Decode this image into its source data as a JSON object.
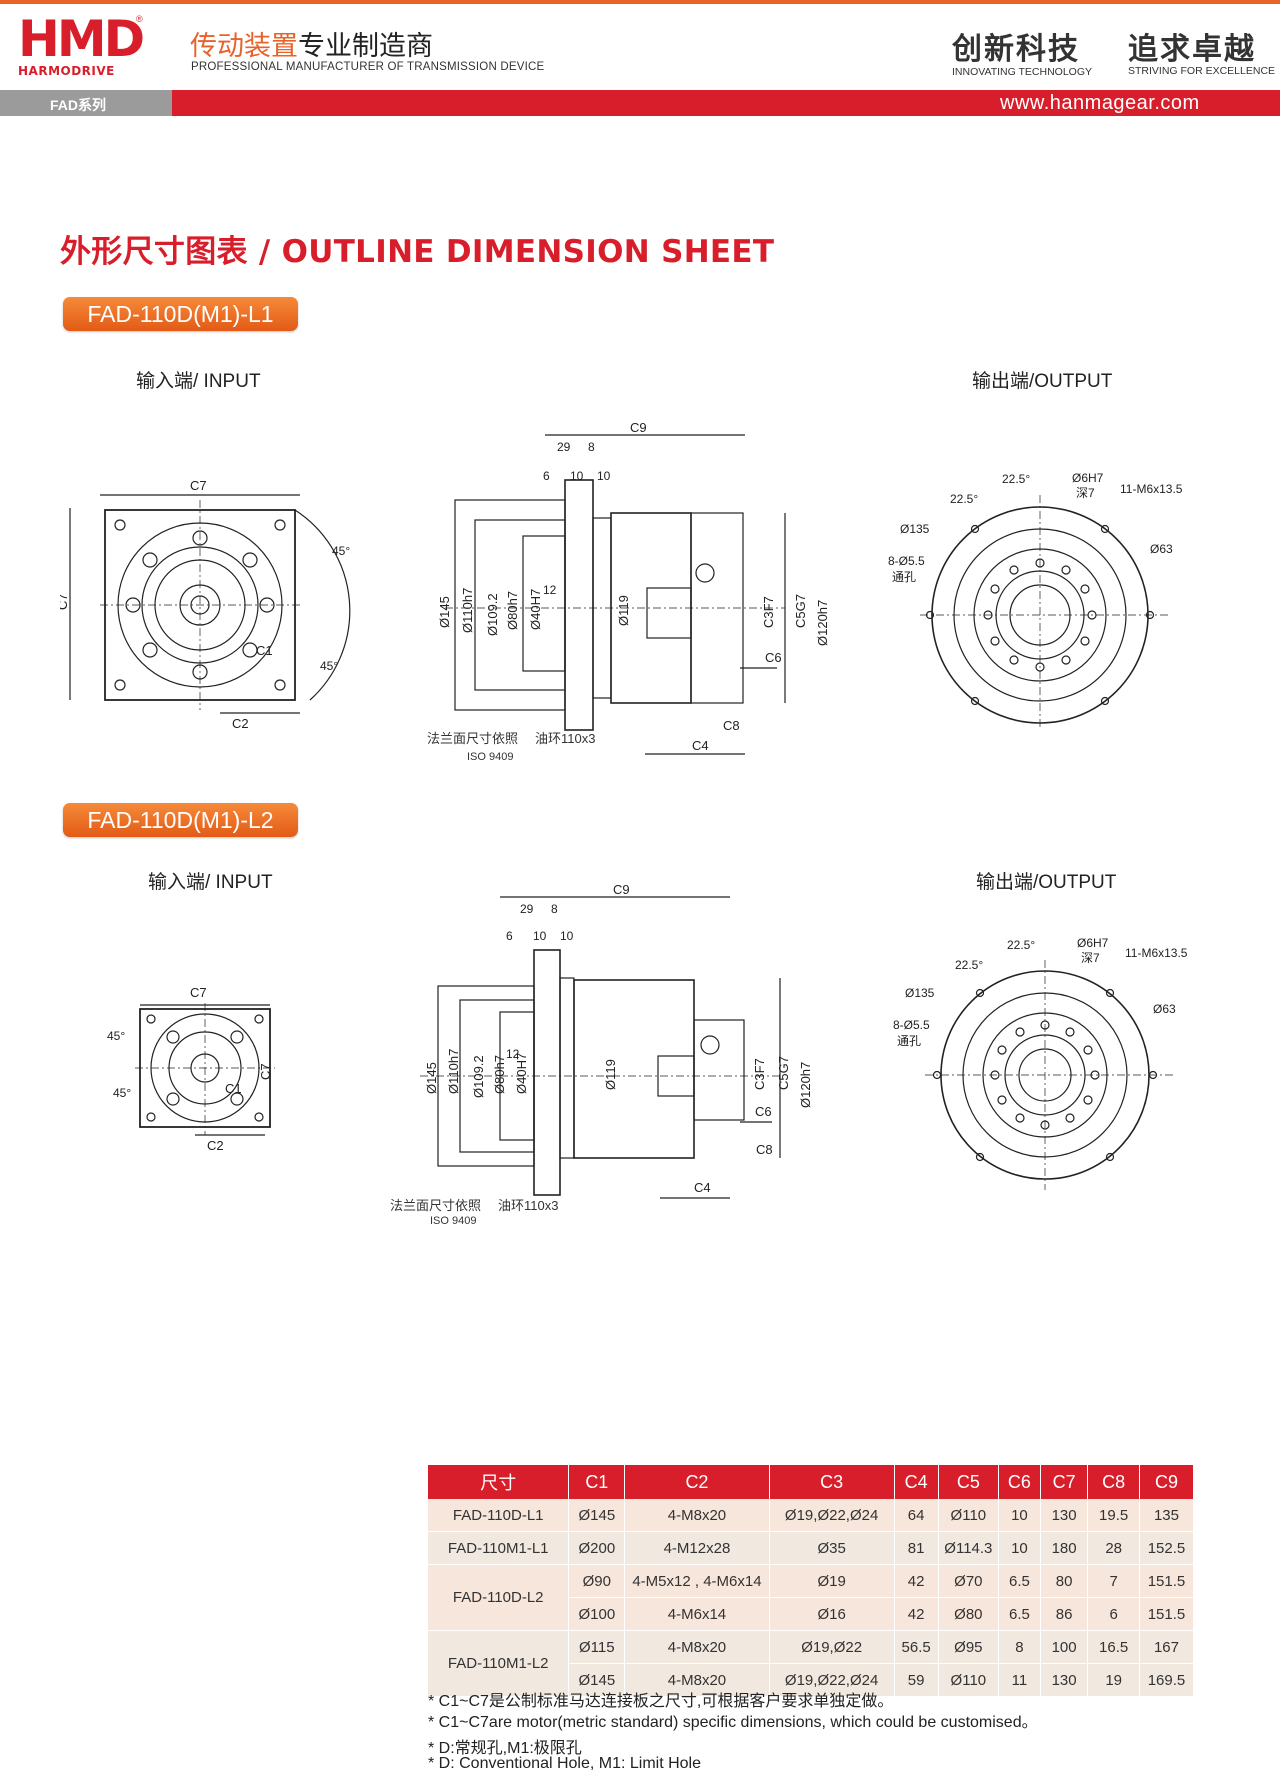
{
  "header": {
    "logo_mark": "HMD",
    "logo_word": "HARMODRIVE",
    "reg_mark": "®",
    "tagline_orange": "传动装置",
    "tagline_black": "专业制造商",
    "subtag": "PROFESSIONAL MANUFACTURER OF TRANSMISSION DEVICE",
    "slogan_cn_1": "创新科技",
    "slogan_cn_2": "追求卓越",
    "slogan_en_1": "INNOVATING TECHNOLOGY",
    "slogan_en_2": "STRIVING FOR EXCELLENCE",
    "series": "FAD系列",
    "url": "www.hanmagear.com"
  },
  "page_title": "外形尺寸图表 / OUTLINE DIMENSION SHEET",
  "sections": [
    {
      "model": "FAD-110D(M1)-L1",
      "input_label": "输入端/ INPUT",
      "output_label": "输出端/OUTPUT"
    },
    {
      "model": "FAD-110D(M1)-L2",
      "input_label": "输入端/ INPUT",
      "output_label": "输出端/OUTPUT"
    }
  ],
  "drawing_labels": {
    "c1": "C1",
    "c2": "C2",
    "c3": "C3F7",
    "c4": "C4",
    "c5": "C5G7",
    "c6": "C6",
    "c7": "C7",
    "c8": "C8",
    "c9": "C9",
    "deg45": "45°",
    "d29": "29",
    "d8": "8",
    "d6": "6",
    "d10a": "10",
    "d10b": "10",
    "d12": "12",
    "dia145": "Ø145",
    "dia110": "Ø110h7",
    "dia109": "Ø109.2",
    "dia80": "Ø80h7",
    "dia40": "Ø40H7",
    "dia119": "Ø119",
    "dia120": "Ø120h7",
    "flange_note": "法兰面尺寸依照",
    "iso_note": "ISO 9409",
    "oil_ring": "油环110x3",
    "out_225a": "22.5°",
    "out_225b": "22.5°",
    "out_dia6": "Ø6H7",
    "out_depth": "深7",
    "out_m6": "11-M6x13.5",
    "out_dia135": "Ø135",
    "out_dia63": "Ø63",
    "out_holes": "8-Ø5.5",
    "out_through": "通孔"
  },
  "table": {
    "headers": [
      "尺寸",
      "C1",
      "C2",
      "C3",
      "C4",
      "C5",
      "C6",
      "C7",
      "C8",
      "C9"
    ],
    "groups": [
      {
        "model": "FAD-110D-L1",
        "rows": [
          [
            "Ø145",
            "4-M8x20",
            "Ø19,Ø22,Ø24",
            "64",
            "Ø110",
            "10",
            "130",
            "19.5",
            "135"
          ]
        ]
      },
      {
        "model": "FAD-110M1-L1",
        "rows": [
          [
            "Ø200",
            "4-M12x28",
            "Ø35",
            "81",
            "Ø114.3",
            "10",
            "180",
            "28",
            "152.5"
          ]
        ]
      },
      {
        "model": "FAD-110D-L2",
        "rows": [
          [
            "Ø90",
            "4-M5x12 , 4-M6x14",
            "Ø19",
            "42",
            "Ø70",
            "6.5",
            "80",
            "7",
            "151.5"
          ],
          [
            "Ø100",
            "4-M6x14",
            "Ø16",
            "42",
            "Ø80",
            "6.5",
            "86",
            "6",
            "151.5"
          ]
        ]
      },
      {
        "model": "FAD-110M1-L2",
        "rows": [
          [
            "Ø115",
            "4-M8x20",
            "Ø19,Ø22",
            "56.5",
            "Ø95",
            "8",
            "100",
            "16.5",
            "167"
          ],
          [
            "Ø145",
            "4-M8x20",
            "Ø19,Ø22,Ø24",
            "59",
            "Ø110",
            "11",
            "130",
            "19",
            "169.5"
          ]
        ]
      }
    ]
  },
  "notes": [
    "* C1~C7是公制标准马达连接板之尺寸,可根据客户要求单独定做。",
    "* C1~C7are motor(metric standard)  specific dimensions, which could be customised。",
    "* D:常规孔,M1:极限孔",
    "* D: Conventional Hole, M1: Limit Hole"
  ],
  "colors": {
    "brand_red": "#d81e2a",
    "accent_orange": "#e8632a",
    "series_gray": "#9b9b9b"
  }
}
